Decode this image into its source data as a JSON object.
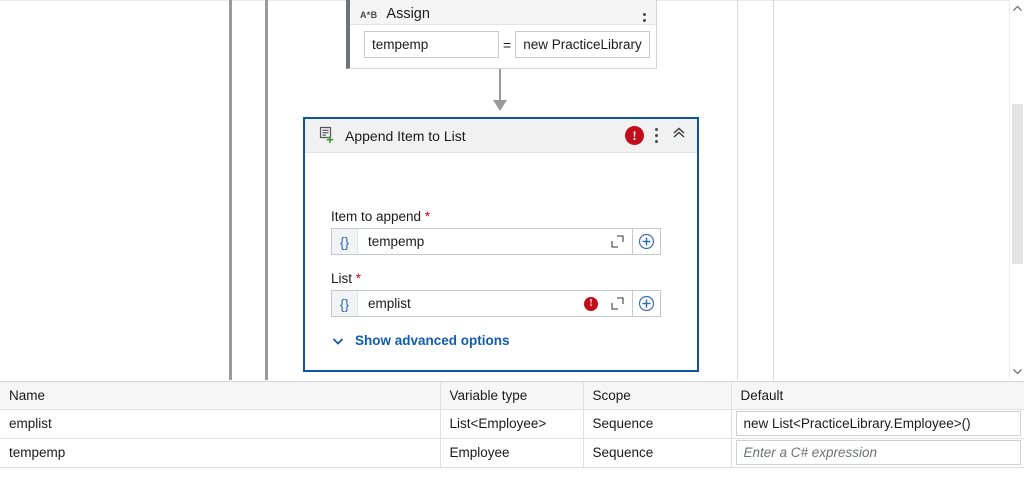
{
  "canvas": {
    "assign_card": {
      "icon": "a-times-b-icon",
      "icon_text": "A*B",
      "title": "Assign",
      "to_value": "tempemp",
      "operator": "=",
      "value": "new PracticeLibrary",
      "menu_icon": "kebab-menu-icon"
    },
    "append_card": {
      "icon": "append-to-list-icon",
      "title": "Append Item to List",
      "error_icon": "error-icon",
      "error_glyph": "!",
      "menu_icon": "kebab-menu-icon",
      "collapse_icon": "chevron-double-up-icon",
      "fields": [
        {
          "label": "Item to append",
          "required_marker": "*",
          "expr_icon": "curly-braces-icon",
          "expr_glyph": "{}",
          "value": "tempemp",
          "has_error": false,
          "expand_icon": "expand-editor-icon",
          "add_icon": "plus-circle-icon"
        },
        {
          "label": "List",
          "required_marker": "*",
          "expr_icon": "curly-braces-icon",
          "expr_glyph": "{}",
          "value": "emplist",
          "has_error": true,
          "error_glyph": "!",
          "expand_icon": "expand-editor-icon",
          "add_icon": "plus-circle-icon"
        }
      ],
      "advanced": {
        "chevron_icon": "chevron-down-icon",
        "label": "Show advanced options"
      }
    },
    "scrollbar": {
      "up_icon": "chevron-up-icon",
      "down_icon": "chevron-down-icon"
    }
  },
  "variables_panel": {
    "columns": [
      "Name",
      "Variable type",
      "Scope",
      "Default"
    ],
    "rows": [
      {
        "name": "emplist",
        "type": "List<Employee>",
        "scope": "Sequence",
        "default_value": "new List<PracticeLibrary.Employee>()",
        "default_is_placeholder": false
      },
      {
        "name": "tempemp",
        "type": "Employee",
        "scope": "Sequence",
        "default_value": "Enter a C# expression",
        "default_is_placeholder": true
      }
    ]
  },
  "colors": {
    "selection_blue": "#11539e",
    "link_blue": "#0f5bb5",
    "error_red": "#c10e1a",
    "expr_blue": "#2b6cb8"
  }
}
